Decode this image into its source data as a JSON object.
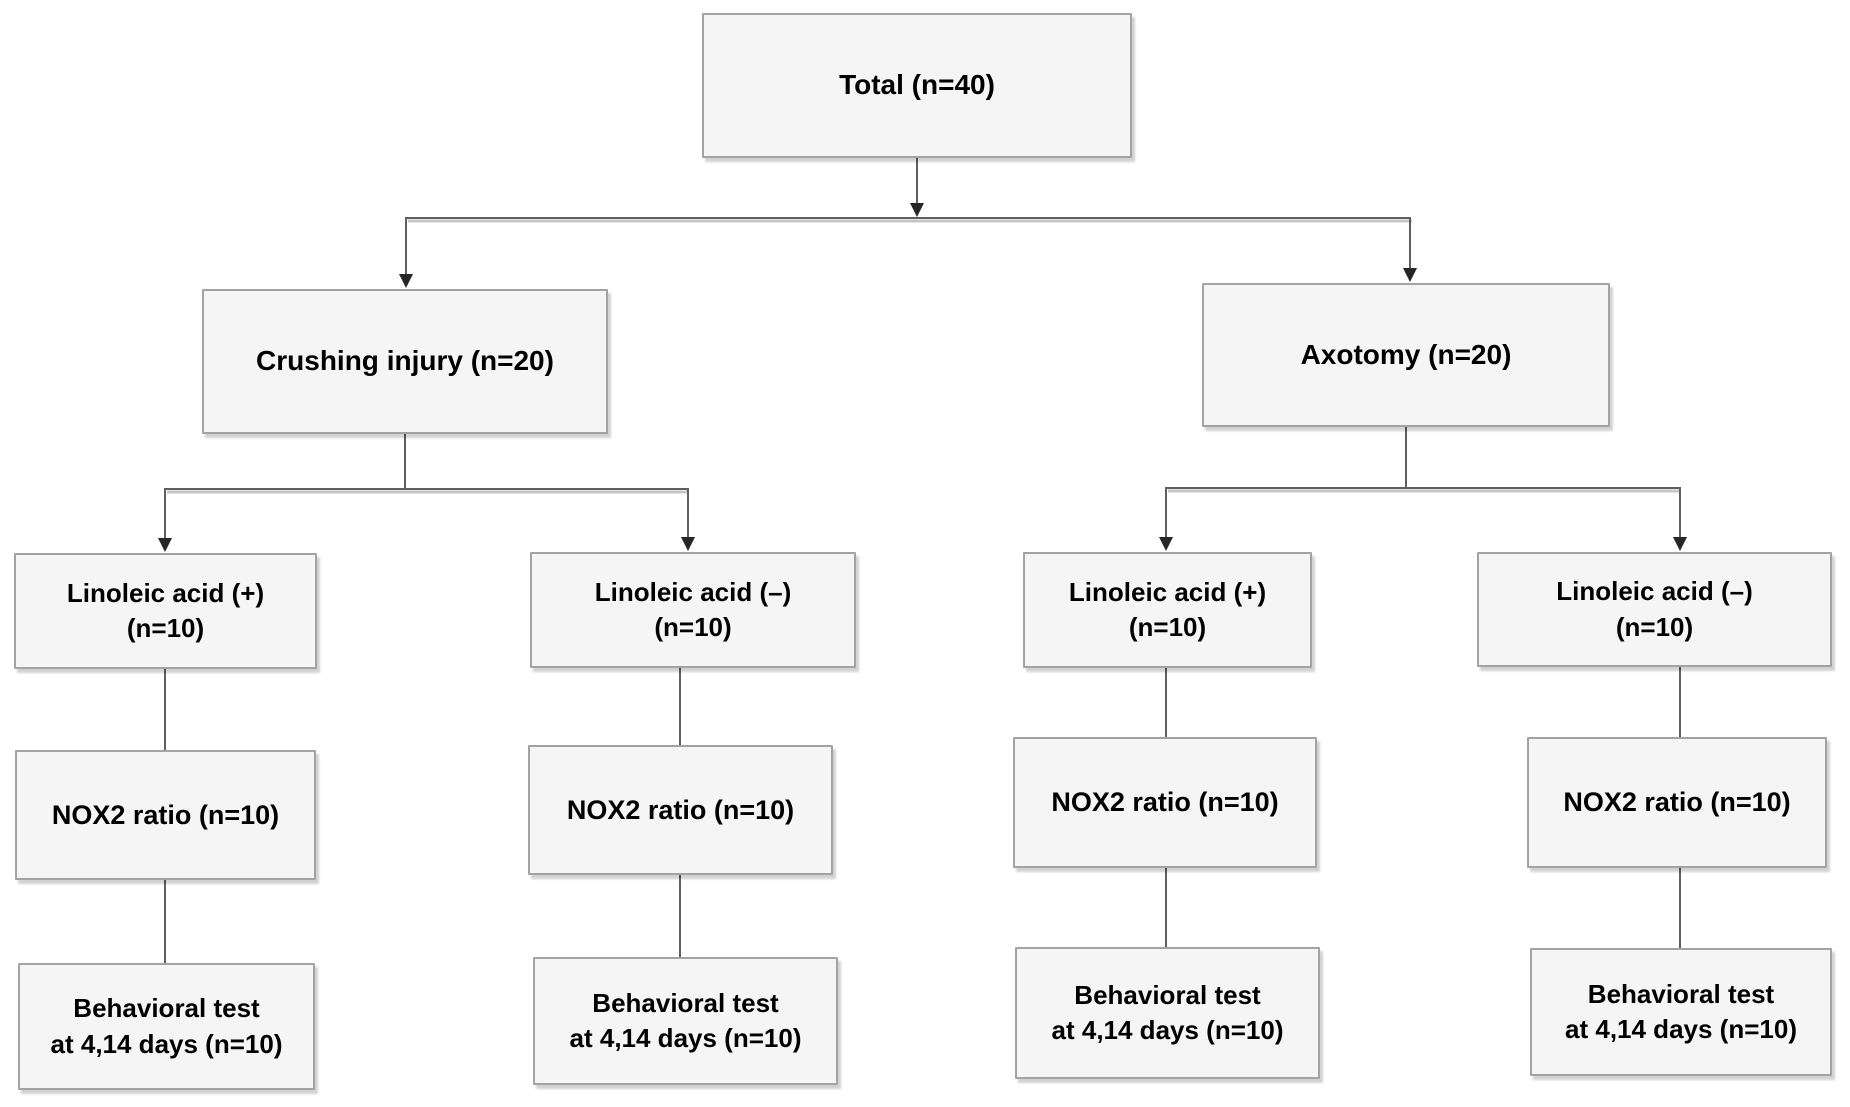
{
  "diagram": {
    "type": "flowchart",
    "background_color": "#ffffff",
    "colors": {
      "box_fill": "#f5f5f5",
      "box_border": "#a3a3a3",
      "connector_line": "#5f5f5f",
      "arrowhead": "#262626",
      "text": "#000000"
    },
    "nodes": {
      "total": {
        "label": "Total (n=40)"
      },
      "crushing_injury": {
        "label": "Crushing injury (n=20)"
      },
      "axotomy": {
        "label": "Axotomy (n=20)"
      },
      "crush_linoleic_plus": {
        "line1": "Linoleic acid (+)",
        "line2": "(n=10)"
      },
      "crush_linoleic_minus": {
        "line1": "Linoleic acid (–)",
        "line2": "(n=10)"
      },
      "axo_linoleic_plus": {
        "line1": "Linoleic acid (+)",
        "line2": "(n=10)"
      },
      "axo_linoleic_minus": {
        "line1": "Linoleic acid (–)",
        "line2": "(n=10)"
      },
      "crush_plus_nox2": {
        "label": "NOX2 ratio (n=10)"
      },
      "crush_minus_nox2": {
        "label": "NOX2 ratio (n=10)"
      },
      "axo_plus_nox2": {
        "label": "NOX2 ratio (n=10)"
      },
      "axo_minus_nox2": {
        "label": "NOX2 ratio (n=10)"
      },
      "crush_plus_behavioral": {
        "line1": "Behavioral test",
        "line2": "at 4,14 days (n=10)"
      },
      "crush_minus_behavioral": {
        "line1": "Behavioral test",
        "line2": "at 4,14 days (n=10)"
      },
      "axo_plus_behavioral": {
        "line1": "Behavioral test",
        "line2": "at 4,14 days (n=10)"
      },
      "axo_minus_behavioral": {
        "line1": "Behavioral test",
        "line2": "at 4,14 days (n=10)"
      }
    },
    "edges": [
      {
        "from": "total",
        "to": "crushing_injury",
        "arrow": true
      },
      {
        "from": "total",
        "to": "axotomy",
        "arrow": true
      },
      {
        "from": "crushing_injury",
        "to": "crush_linoleic_plus",
        "arrow": true
      },
      {
        "from": "crushing_injury",
        "to": "crush_linoleic_minus",
        "arrow": true
      },
      {
        "from": "axotomy",
        "to": "axo_linoleic_plus",
        "arrow": true
      },
      {
        "from": "axotomy",
        "to": "axo_linoleic_minus",
        "arrow": true
      },
      {
        "from": "crush_linoleic_plus",
        "to": "crush_plus_nox2",
        "arrow": false
      },
      {
        "from": "crush_linoleic_minus",
        "to": "crush_minus_nox2",
        "arrow": false
      },
      {
        "from": "axo_linoleic_plus",
        "to": "axo_plus_nox2",
        "arrow": false
      },
      {
        "from": "axo_linoleic_minus",
        "to": "axo_minus_nox2",
        "arrow": false
      },
      {
        "from": "crush_plus_nox2",
        "to": "crush_plus_behavioral",
        "arrow": false
      },
      {
        "from": "crush_minus_nox2",
        "to": "crush_minus_behavioral",
        "arrow": false
      },
      {
        "from": "axo_plus_nox2",
        "to": "axo_plus_behavioral",
        "arrow": false
      },
      {
        "from": "axo_minus_nox2",
        "to": "axo_minus_behavioral",
        "arrow": false
      }
    ]
  }
}
